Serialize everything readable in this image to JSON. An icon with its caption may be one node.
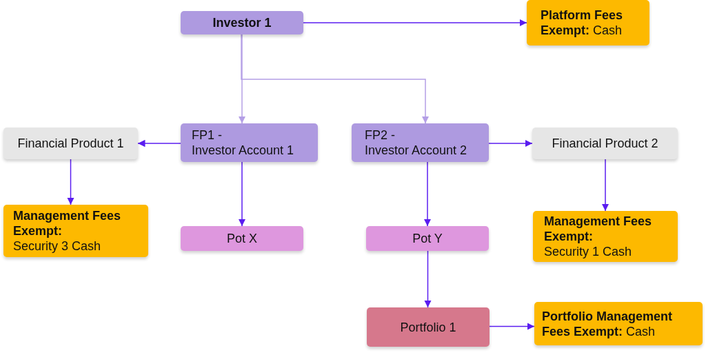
{
  "diagram": {
    "nodes": [
      {
        "text": [
          "Investor 1"
        ]
      },
      {
        "text": [
          "**Platform Fees Exempt:** Cash"
        ]
      },
      {
        "text": [
          "Financial Product 1"
        ]
      },
      {
        "text": [
          "FP1 -",
          "Investor Account 1"
        ]
      },
      {
        "text": [
          "FP2 -",
          "Investor Account 2"
        ]
      },
      {
        "text": [
          "Financial Product 2"
        ]
      },
      {
        "text": [
          "Management Fees Exempt:",
          "Security 3 Cash"
        ]
      },
      {
        "text": [
          "Pot X"
        ]
      },
      {
        "text": [
          "Pot Y"
        ]
      },
      {
        "text": [
          "Management Fees Exempt:",
          "Security 1 Cash"
        ]
      },
      {
        "text": [
          "Portfolio 1"
        ]
      },
      {
        "text": [
          "**Portfolio Management Fees Exempt:** Cash"
        ]
      }
    ],
    "edges": [
      {
        "from": 0,
        "to": 1,
        "arrow": "to"
      },
      {
        "from": 0,
        "to": 3,
        "arrow": "to",
        "color": "#b49fe6"
      },
      {
        "from": 0,
        "to": 4,
        "arrow": "to",
        "color": "#b49fe6"
      },
      {
        "from": 3,
        "to": 2,
        "arrow": "to"
      },
      {
        "from": 2,
        "to": 6,
        "arrow": "to"
      },
      {
        "from": 3,
        "to": 7,
        "arrow": "to"
      },
      {
        "from": 4,
        "to": 5,
        "arrow": "to"
      },
      {
        "from": 4,
        "to": 8,
        "arrow": "to"
      },
      {
        "from": 5,
        "to": 9,
        "arrow": "to"
      },
      {
        "from": 8,
        "to": 10,
        "arrow": "to"
      },
      {
        "from": 10,
        "to": 11,
        "arrow": "to"
      }
    ]
  }
}
